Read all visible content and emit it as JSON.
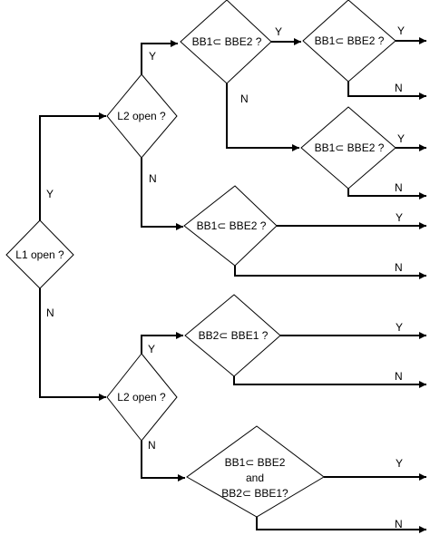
{
  "nodes": {
    "d1": [
      "L1 open ?"
    ],
    "d2": [
      "L2 open ?"
    ],
    "d3": [
      "L2 open ?"
    ],
    "d4": [
      "BB1⊂ BBE2 ?"
    ],
    "d5": [
      "BB1⊂ BBE2 ?"
    ],
    "d6": [
      "BB1⊂ BBE2 ?"
    ],
    "d7": [
      "BB1⊂ BBE2 ?"
    ],
    "d8": [
      "BB2⊂ BBE1 ?"
    ],
    "d9": [
      "BB1⊂ BBE2",
      "and",
      "BB2⊂ BBE1?"
    ]
  },
  "yes_label": "Y",
  "no_label": "N"
}
